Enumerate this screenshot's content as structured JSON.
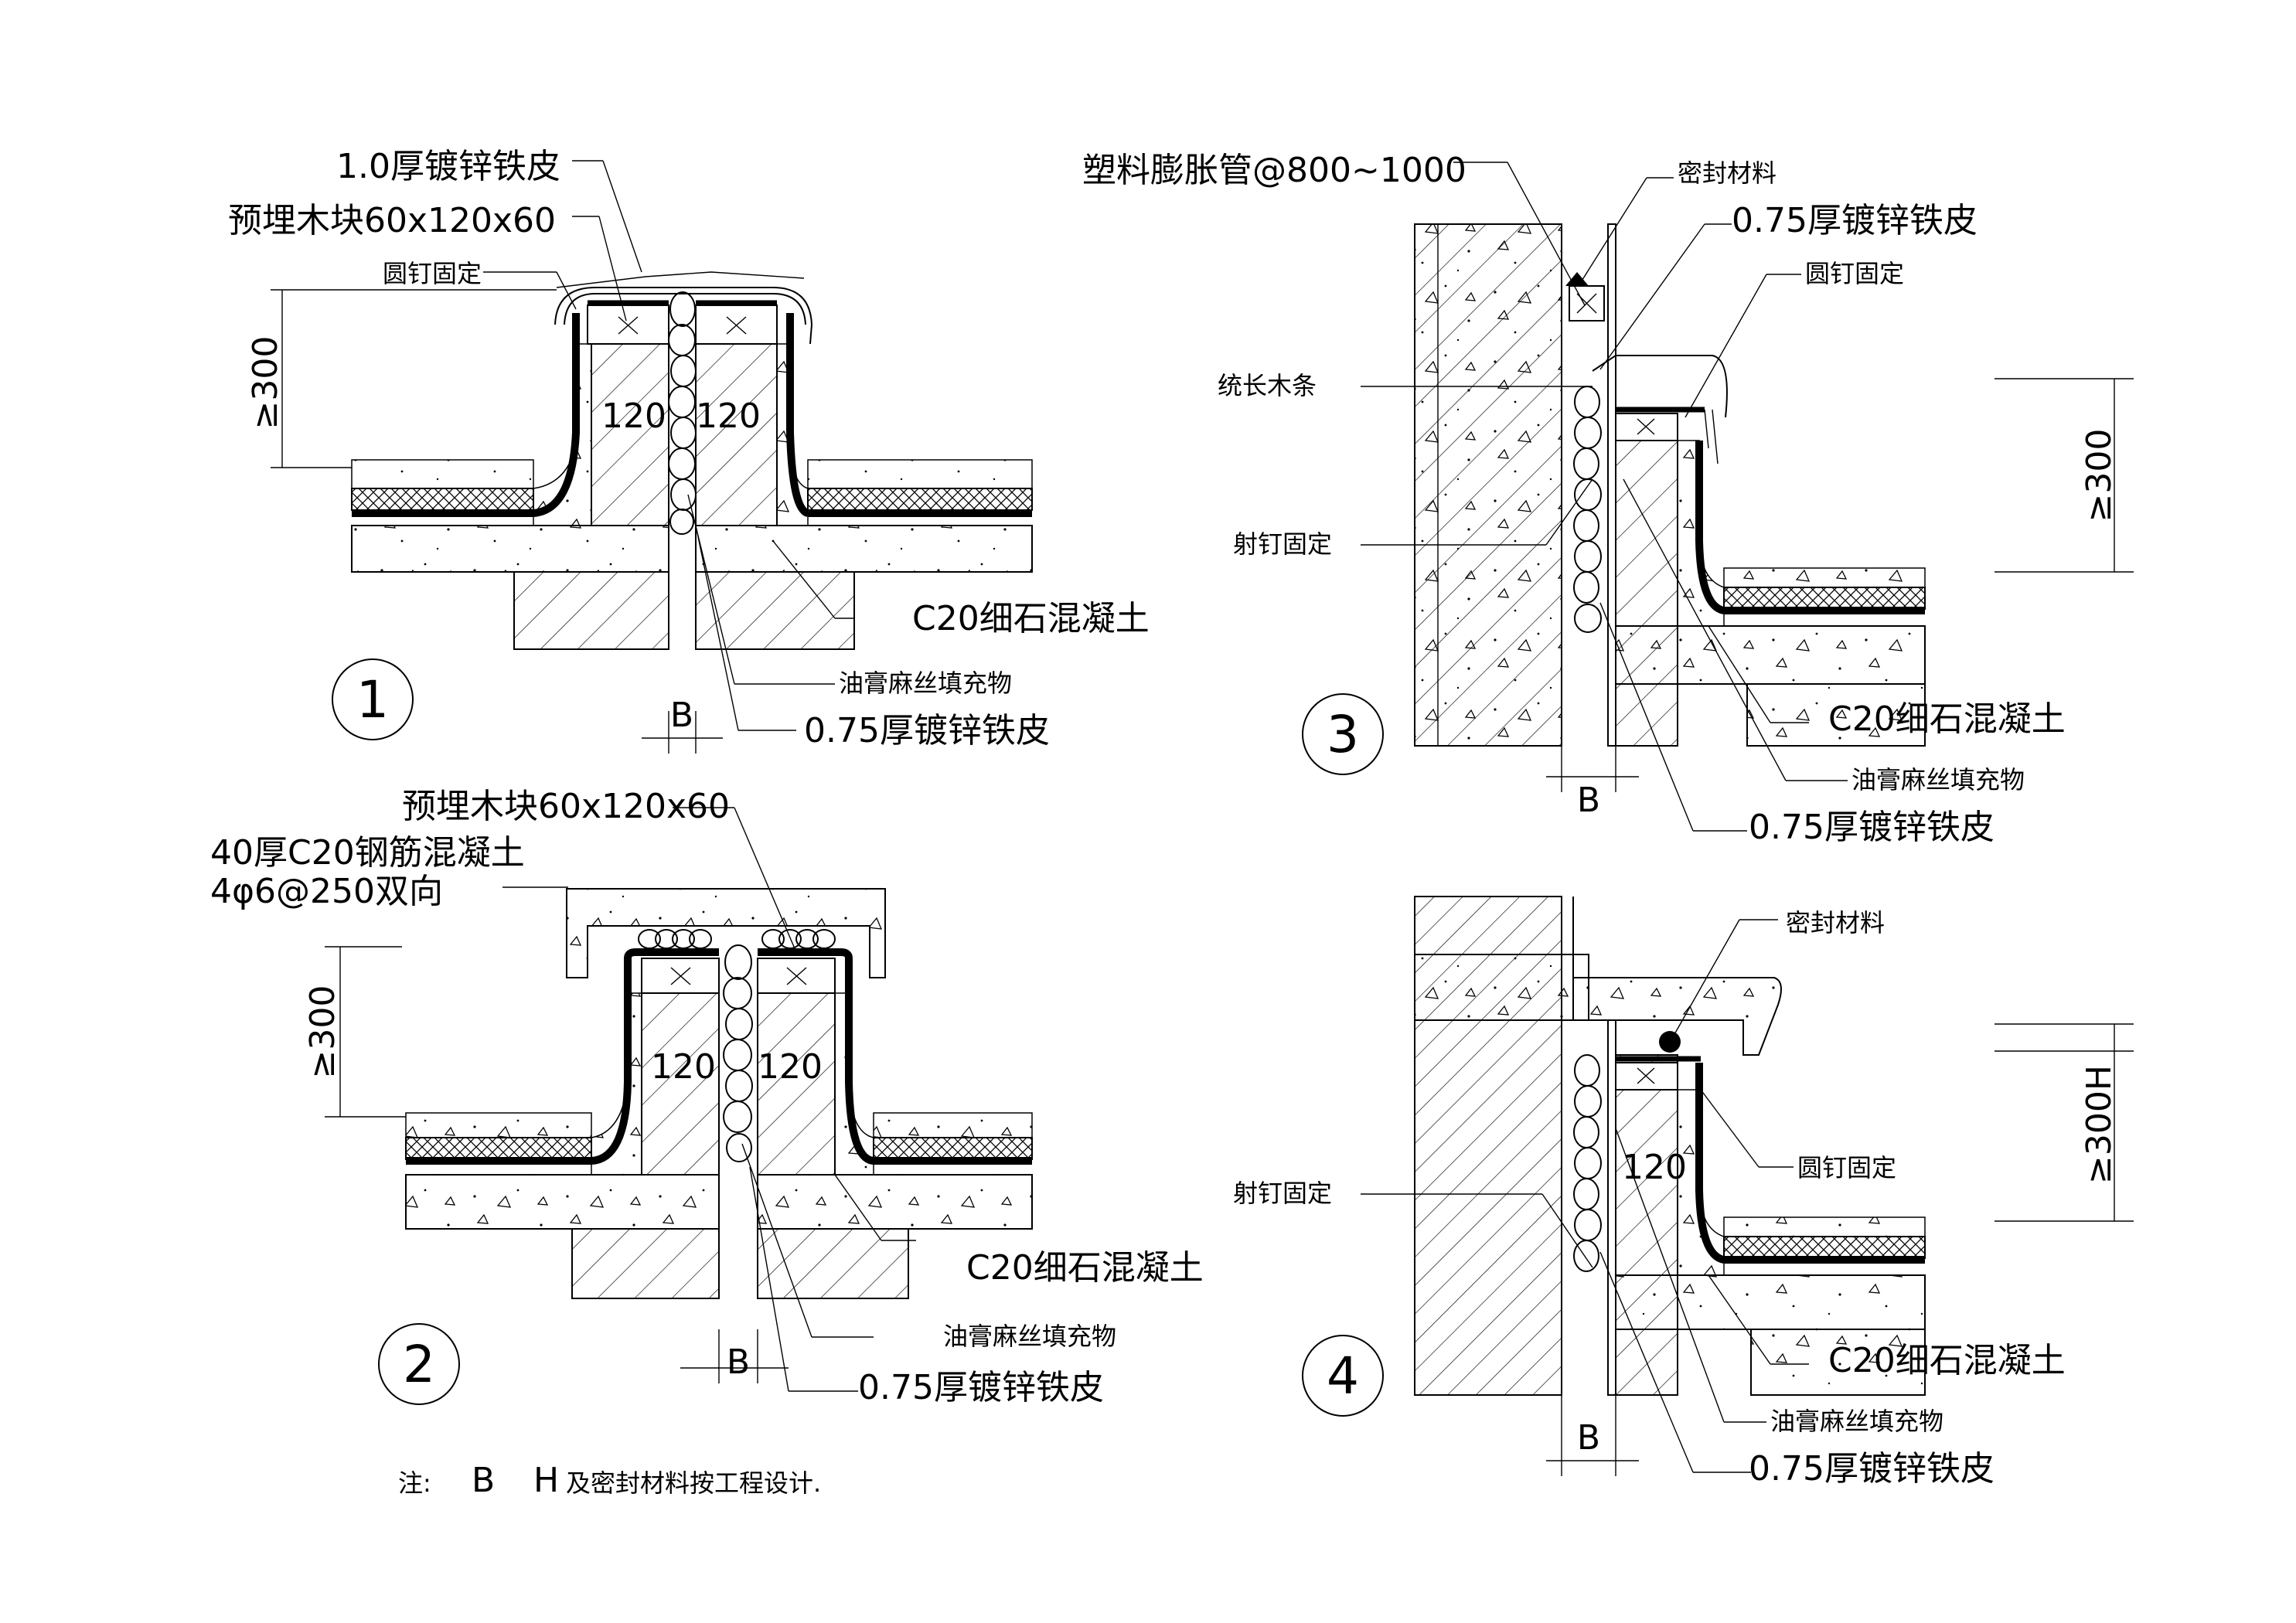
{
  "detail_1": {
    "number": "1",
    "label_galv_top": "1.0厚镀锌铁皮",
    "label_wood_block": "预埋木块60x120x60",
    "label_nail": "圆钉固定",
    "label_height": "≥300",
    "label_width_left": "120",
    "label_width_right": "120",
    "label_concrete": "C20细石混凝土",
    "label_filler": "油膏麻丝填充物",
    "label_galv_bottom": "0.75厚镀锌铁皮",
    "label_gap": "B"
  },
  "detail_2": {
    "number": "2",
    "label_wood_block": "预埋木块60x120x60",
    "label_cap_line1": "40厚C20钢筋混凝土",
    "label_cap_line2": "4φ6@250双向",
    "label_height": "≥300",
    "label_width_left": "120",
    "label_width_right": "120",
    "label_concrete": "C20细石混凝土",
    "label_filler": "油膏麻丝填充物",
    "label_galv": "0.75厚镀锌铁皮",
    "label_gap": "B"
  },
  "detail_3": {
    "number": "3",
    "label_pipe": "塑料膨胀管@800~1000",
    "label_seal": "密封材料",
    "label_galv_top": "0.75厚镀锌铁皮",
    "label_nail": "圆钉固定",
    "label_batten": "统长木条",
    "label_shot_nail": "射钉固定",
    "label_height": "≥300",
    "label_concrete": "C20细石混凝土",
    "label_filler": "油膏麻丝填充物",
    "label_galv_bottom": "0.75厚镀锌铁皮",
    "label_gap": "B"
  },
  "detail_4": {
    "number": "4",
    "label_seal": "密封材料",
    "label_height": "≥300H",
    "label_nail": "圆钉固定",
    "label_shot_nail": "射钉固定",
    "label_width": "120",
    "label_concrete": "C20细石混凝土",
    "label_filler": "油膏麻丝填充物",
    "label_galv": "0.75厚镀锌铁皮",
    "label_gap": "B"
  },
  "note": {
    "prefix": "注:",
    "b": "B",
    "h": "H",
    "text": "及密封材料按工程设计."
  }
}
